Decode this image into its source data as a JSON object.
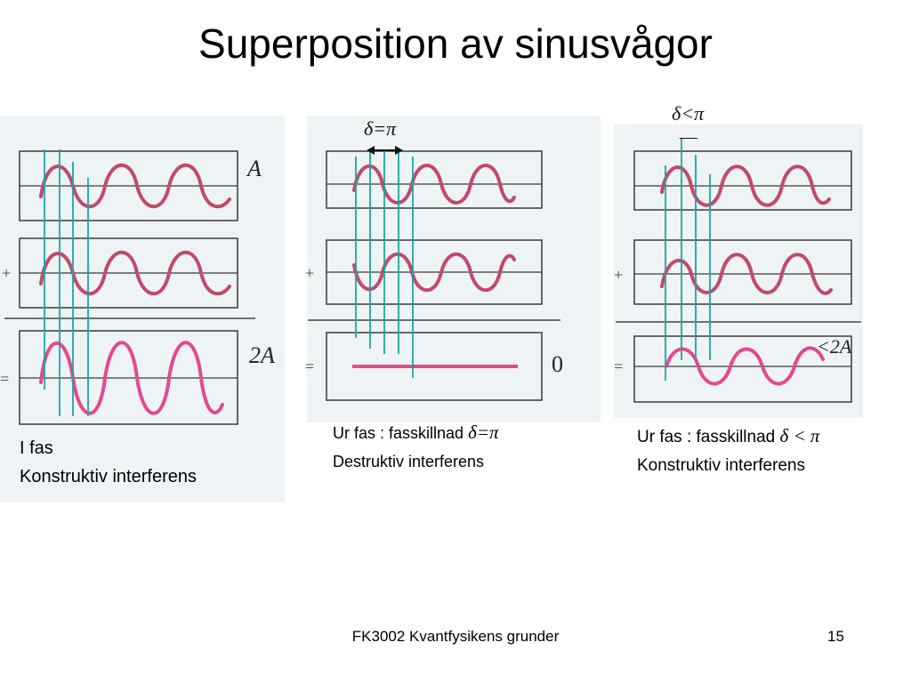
{
  "slide": {
    "title": "Superposition av sinusvågor",
    "footer": "FK3002 Kvantfysikens grunder",
    "page_number": "15"
  },
  "colors": {
    "panel_background": "#eef3f6",
    "wave": "#c14a6a",
    "sum_wave": "#e24a8e",
    "guide_line": "#1aa6a6",
    "frame": "#3a3a3a"
  },
  "panels": [
    {
      "id": "in-phase",
      "top_label": "",
      "top_mark": "",
      "amplitude_label": "A",
      "sum_label": "2A",
      "operators": [
        "+",
        "="
      ],
      "caption_lines": [
        "I fas",
        "Konstruktiv interferens"
      ],
      "caption_symbol": ""
    },
    {
      "id": "out-of-phase",
      "top_label": "δ=π",
      "top_mark": "",
      "amplitude_label": "",
      "sum_label": "0",
      "operators": [
        "+",
        "="
      ],
      "caption_lines": [
        "Ur fas : fasskillnad ",
        "Destruktiv interferens"
      ],
      "caption_symbol": "δ=π"
    },
    {
      "id": "partial-phase",
      "top_label": "δ<π",
      "top_mark": "—",
      "amplitude_label": "",
      "sum_label": "<2A",
      "operators": [
        "+",
        "="
      ],
      "caption_lines": [
        "Ur fas  : fasskillnad ",
        "Konstruktiv interferens"
      ],
      "caption_symbol": "δ < π"
    }
  ]
}
